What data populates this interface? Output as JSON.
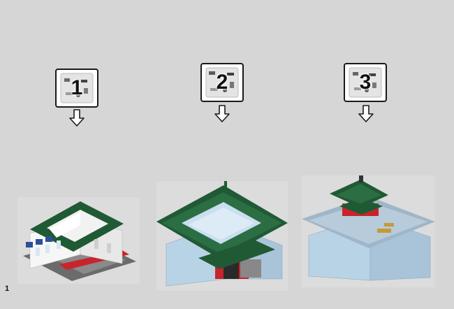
{
  "steps": [
    {
      "bag_number": "1",
      "model_stage": "stage-1-base-walls"
    },
    {
      "bag_number": "2",
      "model_stage": "stage-2-roof-added"
    },
    {
      "bag_number": "3",
      "model_stage": "stage-3-top-tower"
    }
  ],
  "page_number": "1",
  "colors": {
    "background": "#d6d6d6",
    "roof_green": "#1f5a34",
    "wall_white": "#f4f4f4",
    "trans_blue": "#b9d3e6",
    "red": "#c8242b",
    "dark_gray": "#5a5a5a"
  }
}
